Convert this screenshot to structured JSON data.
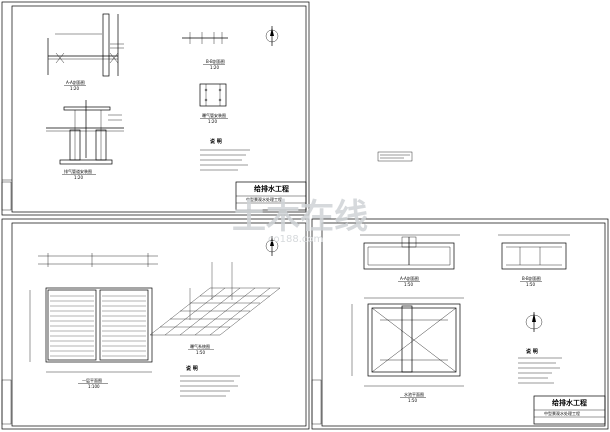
{
  "sheet1": {
    "views": [
      "A-A剖面图",
      "B-B剖面图",
      "排气管道安装图",
      "曝气管安装图"
    ],
    "scales": [
      "1:20",
      "1:20",
      "1:20",
      "1:20"
    ],
    "notes_title": "说 明",
    "title_block": {
      "company": "给排水工程",
      "drawing_name": "中型景观水处理工程"
    }
  },
  "sheet2": {
    "views": [
      "一层平面图",
      "曝气系统图"
    ],
    "scales": [
      "1:100",
      "1:50"
    ],
    "notes_title": "说 明"
  },
  "sheet3": {
    "views": [
      "A-A剖面图",
      "B-B剖面图",
      "水池平面图"
    ],
    "scales": [
      "1:50",
      "1:50",
      "1:50"
    ],
    "notes_title": "说 明",
    "title_block": {
      "company": "给排水工程",
      "drawing_name": "中型景观水处理工程"
    }
  },
  "watermark": {
    "main": "土木在线",
    "sub": "co188.com"
  }
}
